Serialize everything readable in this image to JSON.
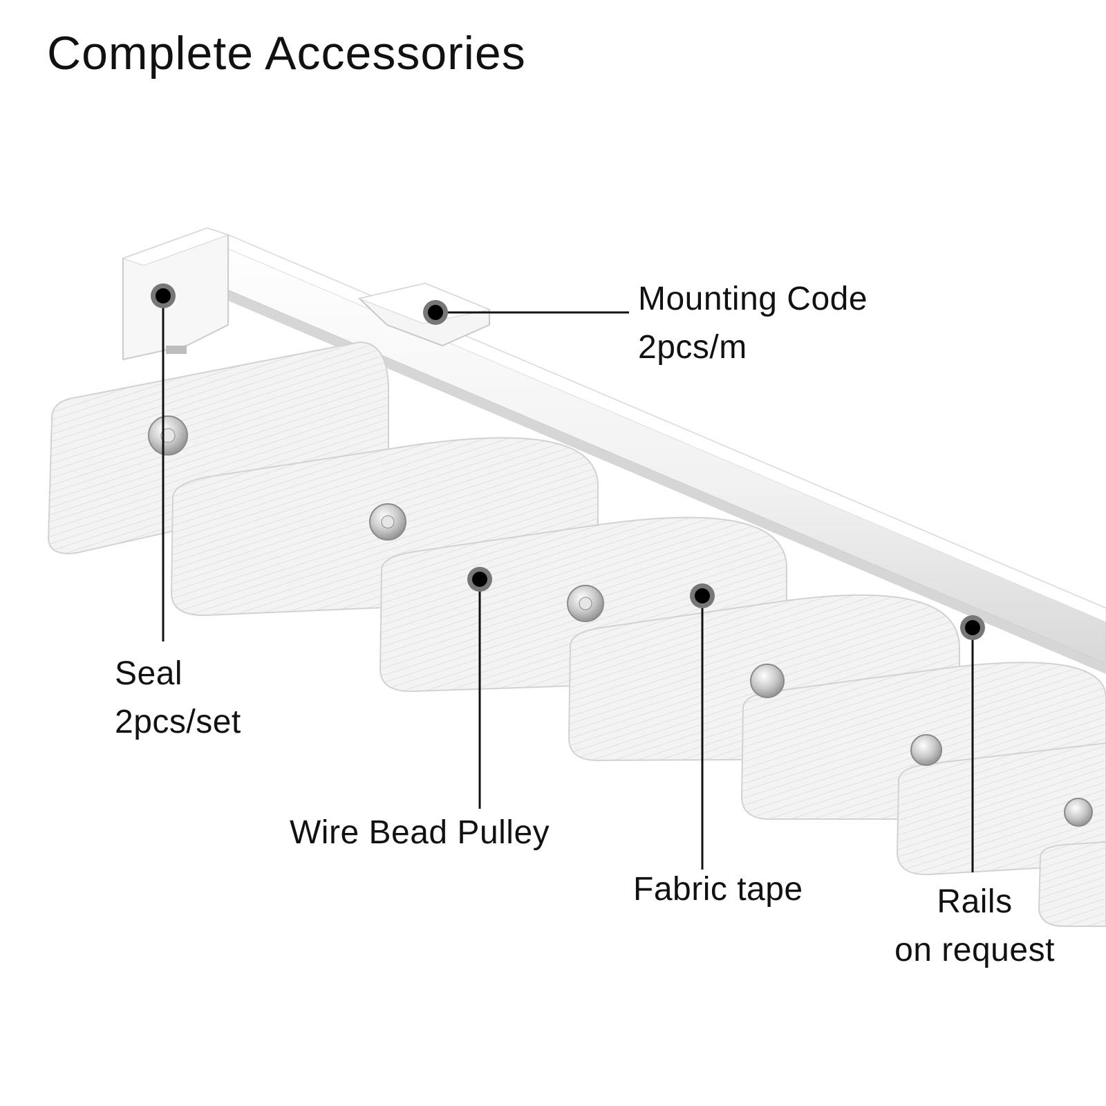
{
  "title": "Complete Accessories",
  "labels": {
    "mounting_code": {
      "line1": "Mounting Code",
      "line2": "2pcs/m"
    },
    "seal": {
      "line1": "Seal",
      "line2": "2pcs/set"
    },
    "wire_bead_pulley": {
      "line1": "Wire Bead Pulley"
    },
    "fabric_tape": {
      "line1": "Fabric tape"
    },
    "rails": {
      "line1": "Rails",
      "line2": "on request"
    }
  },
  "colors": {
    "background": "#ffffff",
    "text": "#111111",
    "leader": "#111111",
    "rail": "#f4f4f4",
    "rail_shadow": "#d9d9d9",
    "tape": "#f2f2f2",
    "tape_shade": "#dcdcdc",
    "snap": "#bdbdbd"
  },
  "icons": [
    "callout-dot-icon",
    "snap-button-icon"
  ]
}
